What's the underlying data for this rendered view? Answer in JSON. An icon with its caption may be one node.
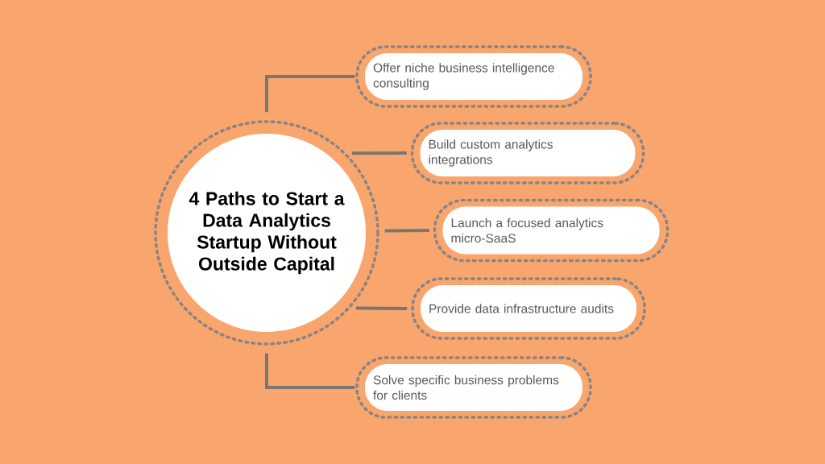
{
  "diagram": {
    "nodes": [
      {
        "text": [
          "4 Paths to Start a Data Analytics Startup Without Outside Capital"
        ]
      },
      {
        "text": [
          "Offer niche business intelligence consulting"
        ]
      },
      {
        "text": [
          "Build custom analytics integrations"
        ]
      },
      {
        "text": [
          "Launch a focused analytics micro-SaaS"
        ]
      },
      {
        "text": [
          "Provide data infrastructure audits"
        ]
      },
      {
        "text": [
          "Solve specific business problems for clients"
        ]
      }
    ],
    "edges": [
      {
        "from": 0,
        "to": 1,
        "arrow": "none"
      },
      {
        "from": 0,
        "to": 2,
        "arrow": "none"
      },
      {
        "from": 0,
        "to": 3,
        "arrow": "none"
      },
      {
        "from": 0,
        "to": 4,
        "arrow": "none"
      },
      {
        "from": 0,
        "to": 5,
        "arrow": "none"
      }
    ]
  }
}
